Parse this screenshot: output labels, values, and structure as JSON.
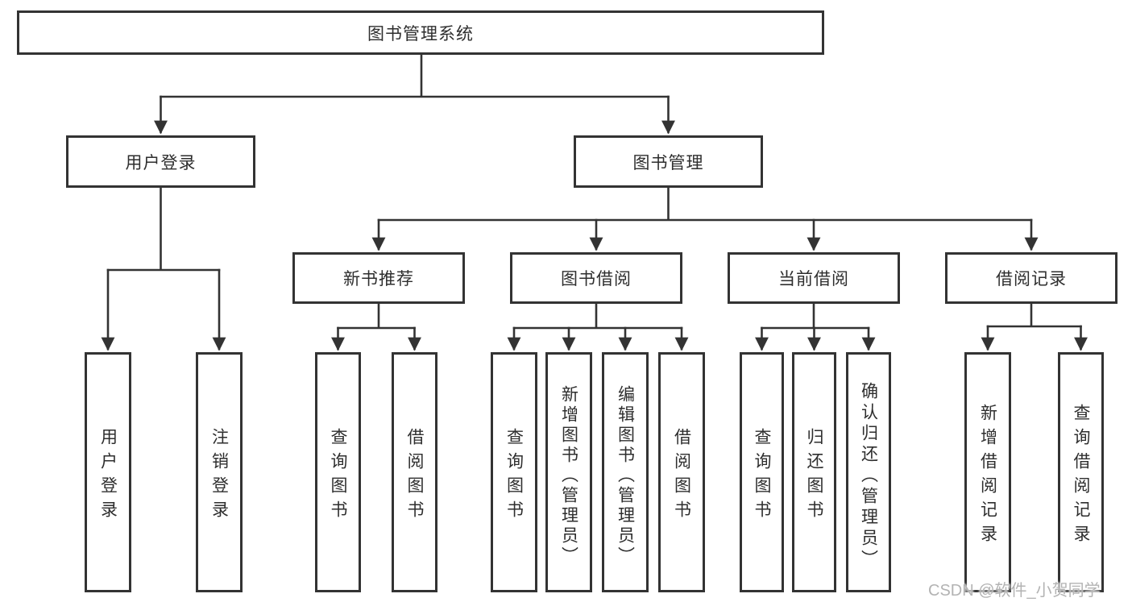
{
  "diagram": {
    "title": "图书管理系统",
    "tree": {
      "root": "图书管理系统",
      "branches": [
        {
          "label": "用户登录",
          "children": [
            "用户登录",
            "注销登录"
          ]
        },
        {
          "label": "图书管理",
          "children": [
            {
              "label": "新书推荐",
              "children": [
                "查询图书",
                "借阅图书"
              ]
            },
            {
              "label": "图书借阅",
              "children": [
                "查询图书",
                "新增图书（管理员）",
                "编辑图书（管理员）",
                "借阅图书"
              ]
            },
            {
              "label": "当前借阅",
              "children": [
                "查询图书",
                "归还图书",
                "确认归还（管理员）"
              ]
            },
            {
              "label": "借阅记录",
              "children": [
                "新增借阅记录",
                "查询借阅记录"
              ]
            }
          ]
        }
      ]
    }
  },
  "nodes": {
    "root": "图书管理系统",
    "level2": {
      "user_login": "用户登录",
      "book_mgmt": "图书管理"
    },
    "level3": {
      "new_books": "新书推荐",
      "book_borrow": "图书借阅",
      "current_borrow": "当前借阅",
      "borrow_records": "借阅记录"
    },
    "leaves": {
      "user_login_v": "用户登录",
      "logout": "注销登录",
      "query_books_new": "查询图书",
      "borrow_books_new": "借阅图书",
      "query_books_borrow": "查询图书",
      "add_books_admin": "新增图书（管理员）",
      "edit_books_admin": "编辑图书（管理员）",
      "borrow_books_borrow": "借阅图书",
      "query_books_current": "查询图书",
      "return_books": "归还图书",
      "confirm_return_admin": "确认归还（管理员）",
      "add_borrow_record": "新增借阅记录",
      "query_borrow_record": "查询借阅记录"
    }
  },
  "watermark": "CSDN @软件_小贺同学",
  "colors": {
    "line": "#333333",
    "box_border": "#333333",
    "box_fill": "#ffffff",
    "text": "#2e2e2e",
    "watermark": "#b3b3b3",
    "background": "#ffffff"
  }
}
